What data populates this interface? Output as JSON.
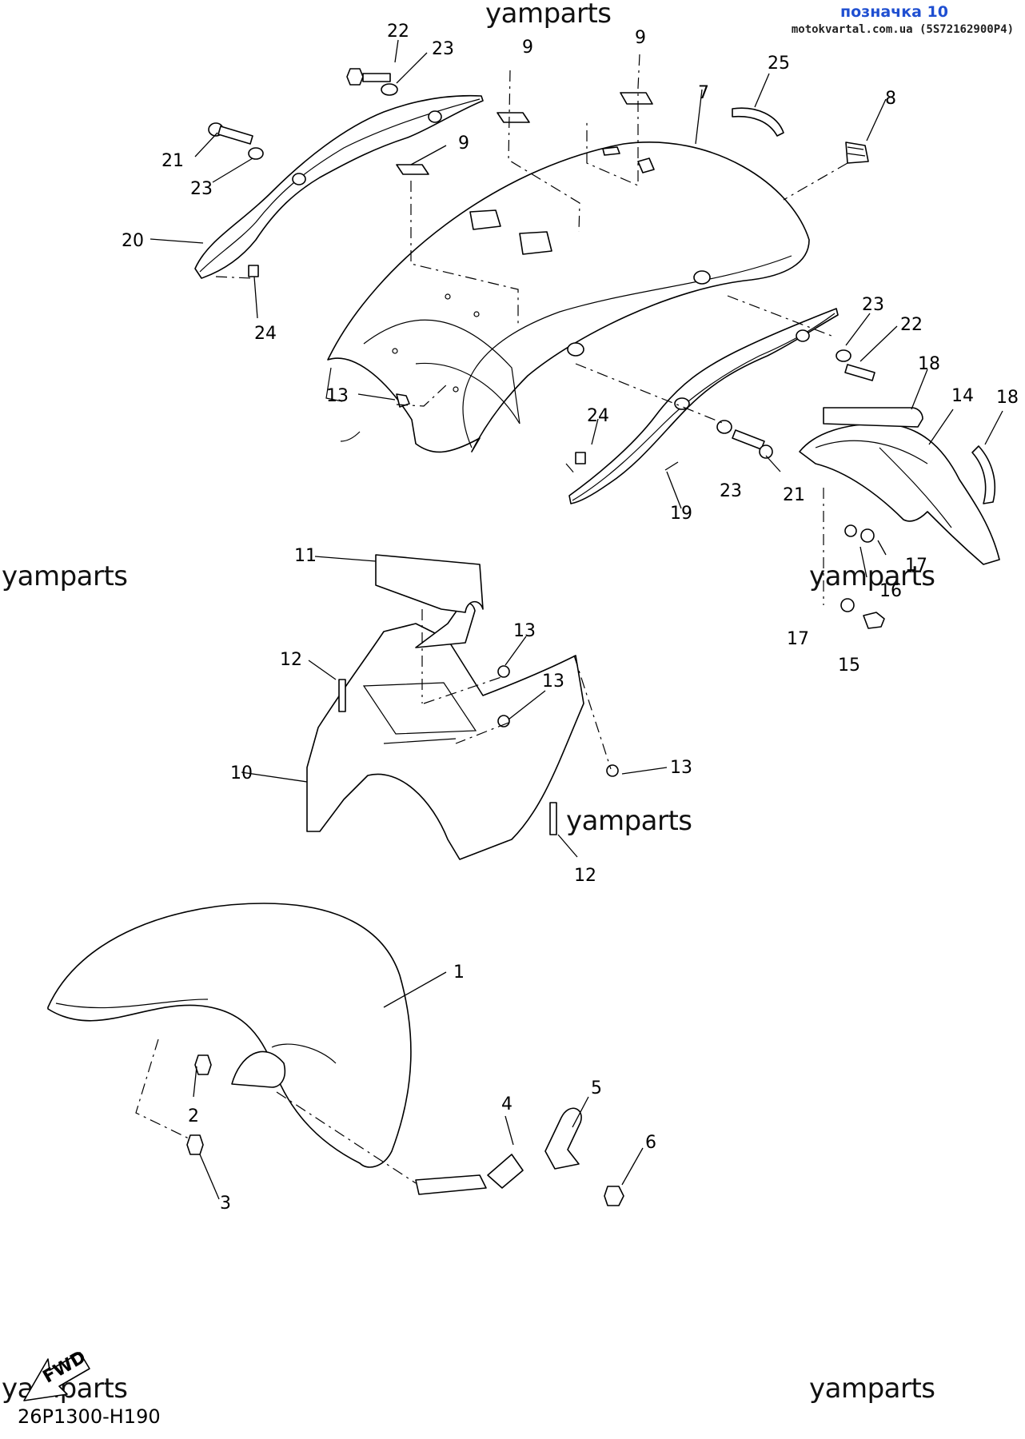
{
  "header": {
    "label": "позначка 10",
    "label_color": "#1f4fd1",
    "site": "motokvartal.com.ua (5S72162900P4)"
  },
  "watermarks": [
    "yamparts",
    "yamparts",
    "yamparts",
    "yamparts",
    "yamparts",
    "yamparts"
  ],
  "callouts": [
    "22",
    "23",
    "9",
    "9",
    "25",
    "7",
    "8",
    "21",
    "23",
    "9",
    "20",
    "24",
    "13",
    "23",
    "22",
    "18",
    "14",
    "18",
    "24",
    "21",
    "23",
    "19",
    "17",
    "16",
    "11",
    "13",
    "12",
    "13",
    "17",
    "15",
    "10",
    "13",
    "12",
    "1",
    "2",
    "4",
    "5",
    "6",
    "3"
  ],
  "fwd_label": "FWD",
  "diagram_code": "26P1300-H190"
}
